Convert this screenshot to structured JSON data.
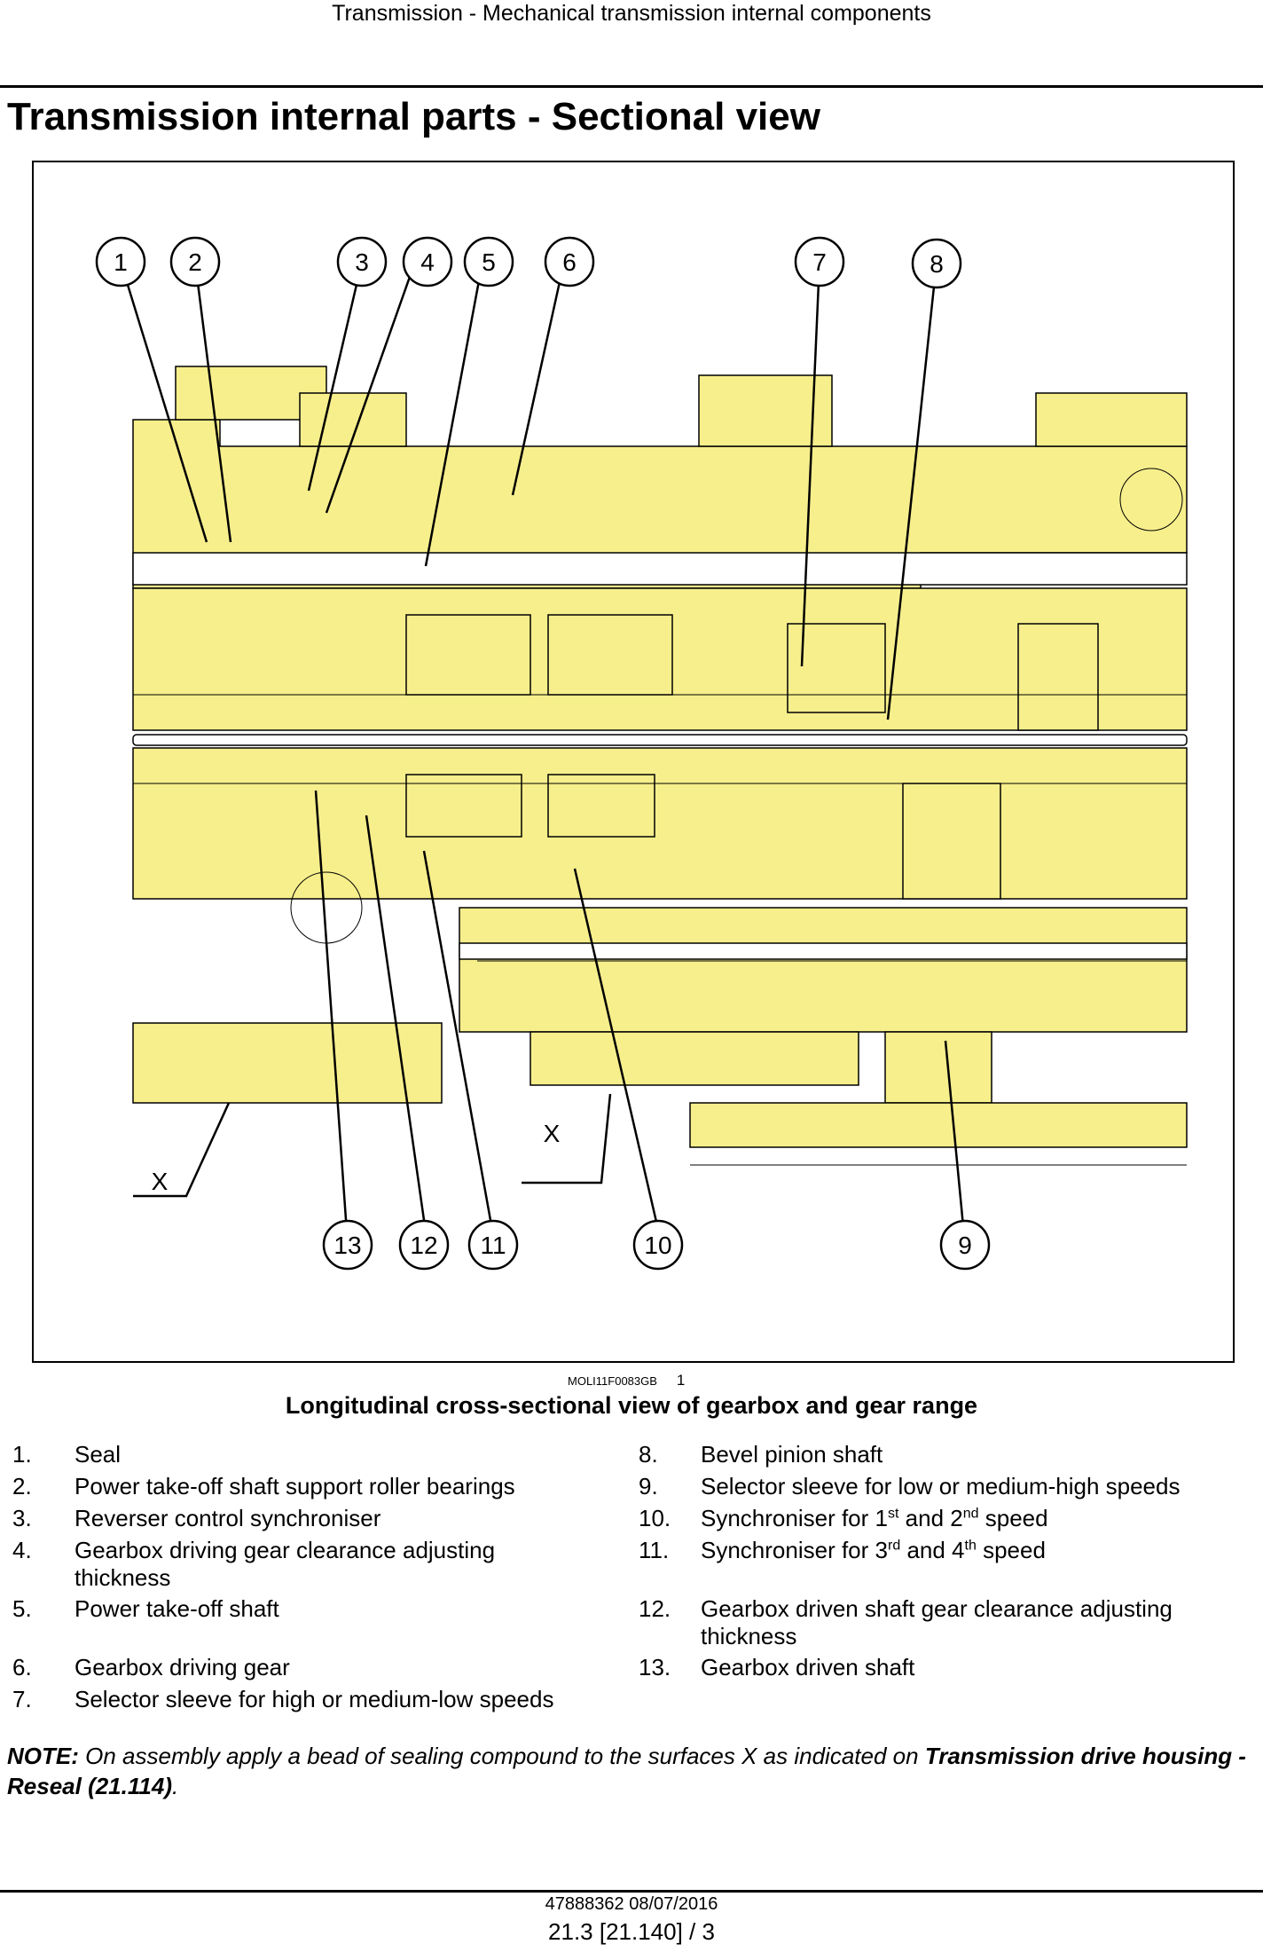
{
  "header": {
    "text": "Transmission - Mechanical transmission internal components"
  },
  "title": "Transmission internal parts - Sectional view",
  "figure": {
    "callouts": [
      "1",
      "2",
      "3",
      "4",
      "5",
      "6",
      "7",
      "8",
      "9",
      "10",
      "11",
      "12",
      "13"
    ],
    "surface_label": "X",
    "code": "MOLI11F0083GB",
    "number": "1",
    "caption": "Longitudinal cross-sectional view of gearbox and gear range"
  },
  "legend": {
    "left": [
      {
        "num": "1.",
        "text": "Seal"
      },
      {
        "num": "2.",
        "text": "Power take-off shaft support roller bearings"
      },
      {
        "num": "3.",
        "text": "Reverser control synchroniser"
      },
      {
        "num": "4.",
        "text": "Gearbox driving gear clearance adjusting thickness"
      },
      {
        "num": "5.",
        "text": "Power take-off shaft"
      },
      {
        "num": "6.",
        "text": "Gearbox driving gear"
      },
      {
        "num": "7.",
        "text": "Selector sleeve for high or medium-low speeds"
      }
    ],
    "right": [
      {
        "num": "8.",
        "text": "Bevel pinion shaft"
      },
      {
        "num": "9.",
        "text": "Selector sleeve for low or medium-high speeds"
      },
      {
        "num": "10.",
        "pre": "Synchroniser for 1",
        "sup1": "st",
        "mid": " and 2",
        "sup2": "nd",
        "post": " speed"
      },
      {
        "num": "11.",
        "pre": "Synchroniser for 3",
        "sup1": "rd",
        "mid": " and 4",
        "sup2": "th",
        "post": " speed"
      },
      {
        "num": "12.",
        "text": "Gearbox driven shaft gear clearance adjusting thickness"
      },
      {
        "num": "13.",
        "text": "Gearbox driven shaft"
      }
    ]
  },
  "note": {
    "label": "NOTE:",
    "text": " On assembly apply a bead of sealing compound to the surfaces X as indicated on ",
    "link": "Transmission drive housing - Reseal (21.114)",
    "end": "."
  },
  "footer": {
    "doc": "47888362 08/07/2016",
    "page": "21.3 [21.140] / 3"
  },
  "colors": {
    "housing": "#f7ef8c",
    "line": "#000000"
  }
}
